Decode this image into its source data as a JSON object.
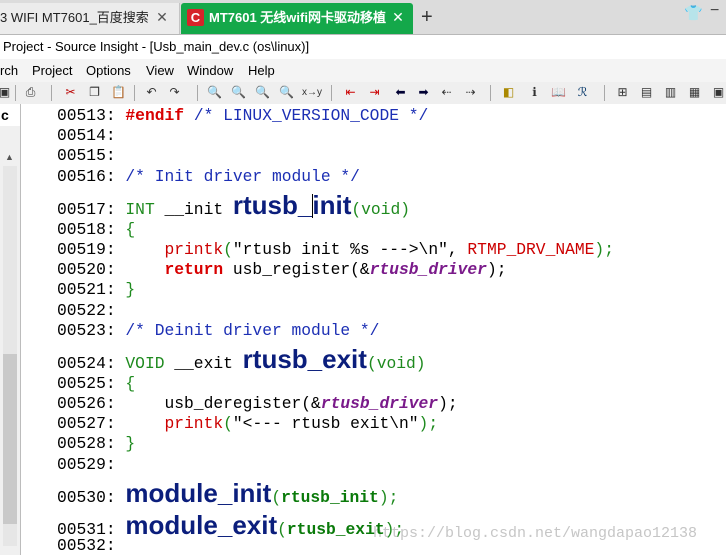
{
  "browser": {
    "tabs": [
      {
        "title": "3 WIFI MT7601_百度搜索",
        "close": "✕"
      },
      {
        "title": "MT7601 无线wifi网卡驱动移植",
        "close": "✕"
      }
    ],
    "new_tab": "+"
  },
  "window": {
    "title": "Project - Source Insight - [Usb_main_dev.c (os\\linux)]"
  },
  "menu": [
    "rch",
    "Project",
    "Options",
    "View",
    "Window",
    "Help"
  ],
  "left_tab": "c",
  "colors": {
    "accent_tab": "#14a84a",
    "keyword": "#d80000",
    "comment": "#1c2fb4",
    "function_decl": "#0b1e7c"
  },
  "code": {
    "lines": [
      {
        "num": "00513:",
        "parts": [
          [
            "kw",
            "#endif"
          ],
          [
            "plain",
            " "
          ],
          [
            "cmt",
            "/* LINUX_VERSION_CODE */"
          ]
        ]
      },
      {
        "num": "00514:",
        "parts": []
      },
      {
        "num": "00515:",
        "parts": []
      },
      {
        "num": "00516:",
        "parts": [
          [
            "cmt",
            "/* Init driver module */"
          ]
        ]
      },
      {
        "num": "00517:",
        "parts": [
          [
            "typ",
            "INT"
          ],
          [
            "plain",
            " __init "
          ],
          [
            "fn-decl",
            "rtusb_init"
          ],
          [
            "paren",
            "(void)"
          ]
        ]
      },
      {
        "num": "00518:",
        "parts": [
          [
            "paren",
            "{"
          ]
        ]
      },
      {
        "num": "00519:",
        "parts": [
          [
            "plain",
            "    "
          ],
          [
            "fn-call",
            "printk"
          ],
          [
            "paren",
            "("
          ],
          [
            "strl",
            "\"rtusb init %s --->\\n\""
          ],
          [
            "plain",
            ", "
          ],
          [
            "macro",
            "RTMP_DRV_NAME"
          ],
          [
            "paren",
            ");"
          ]
        ]
      },
      {
        "num": "00520:",
        "parts": [
          [
            "plain",
            "    "
          ],
          [
            "kw",
            "return"
          ],
          [
            "plain",
            " usb_register("
          ],
          [
            "plain",
            "&"
          ],
          [
            "var-ital",
            "rtusb_driver"
          ],
          [
            "plain",
            ");"
          ]
        ]
      },
      {
        "num": "00521:",
        "parts": [
          [
            "paren",
            "}"
          ]
        ]
      },
      {
        "num": "00522:",
        "parts": []
      },
      {
        "num": "00523:",
        "parts": [
          [
            "cmt",
            "/* Deinit driver module */"
          ]
        ]
      },
      {
        "num": "00524:",
        "parts": [
          [
            "typ",
            "VOID"
          ],
          [
            "plain",
            " __exit "
          ],
          [
            "fn-decl",
            "rtusb_exit"
          ],
          [
            "paren",
            "(void)"
          ]
        ]
      },
      {
        "num": "00525:",
        "parts": [
          [
            "paren",
            "{"
          ]
        ]
      },
      {
        "num": "00526:",
        "parts": [
          [
            "plain",
            "    usb_deregister("
          ],
          [
            "plain",
            "&"
          ],
          [
            "var-ital",
            "rtusb_driver"
          ],
          [
            "plain",
            ");"
          ]
        ]
      },
      {
        "num": "00527:",
        "parts": [
          [
            "plain",
            "    "
          ],
          [
            "fn-call",
            "printk"
          ],
          [
            "paren",
            "("
          ],
          [
            "strl",
            "\"<--- rtusb exit\\n\""
          ],
          [
            "paren",
            ");"
          ]
        ]
      },
      {
        "num": "00528:",
        "parts": [
          [
            "paren",
            "}"
          ]
        ]
      },
      {
        "num": "00529:",
        "parts": []
      },
      {
        "num": "00530:",
        "parts": [
          [
            "fn-decl",
            "module_init"
          ],
          [
            "paren",
            "("
          ],
          [
            "arg-green",
            "rtusb_init"
          ],
          [
            "paren",
            ");"
          ]
        ]
      },
      {
        "num": "00531:",
        "parts": [
          [
            "fn-decl",
            "module_exit"
          ],
          [
            "paren",
            "("
          ],
          [
            "arg-green",
            "rtusb_exit"
          ],
          [
            "paren",
            ");"
          ]
        ]
      },
      {
        "num": "00532:",
        "parts": []
      }
    ]
  },
  "watermark": "https://blog.csdn.net/wangdapao12138"
}
